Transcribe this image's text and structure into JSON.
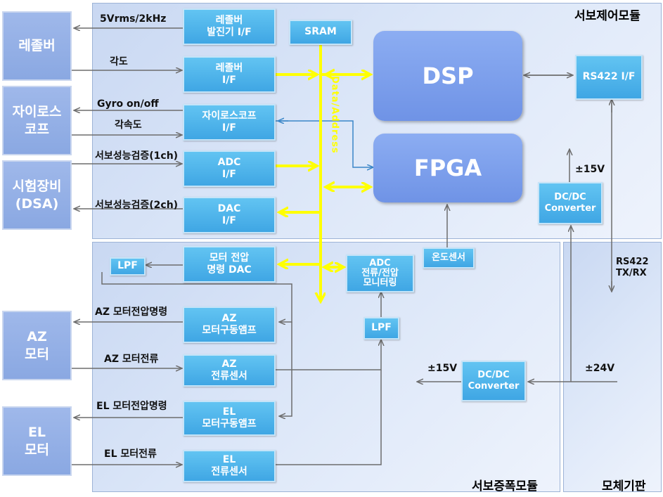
{
  "modules": {
    "servo_control": "서보제어모듈",
    "servo_amp": "서보증폭모듈",
    "motherboard": "모체기판"
  },
  "external": {
    "resolver": "레졸버",
    "gyroscope": "자이로스\n코프",
    "test_equipment": "시험장비\n(DSA)",
    "az_motor": "AZ\n모터",
    "el_motor": "EL\n모터"
  },
  "blocks": {
    "resolver_osc": "레졸버\n발진기 I/F",
    "sram": "SRAM",
    "resolver_if": "레졸버\nI/F",
    "gyro_if": "자이로스코프\nI/F",
    "adc_if": "ADC\nI/F",
    "dac_if": "DAC\nI/F",
    "dsp": "DSP",
    "fpga": "FPGA",
    "rs422_if": "RS422 I/F",
    "dcdc_top": "DC/DC\nConverter",
    "lpf_left": "LPF",
    "motor_volt_dac": "모터 전압\n명령 DAC",
    "temp_sensor": "온도센서",
    "adc_monitor": "ADC\n전류/전압\n모니터링",
    "lpf_right": "LPF",
    "az_amp": "AZ\n모터구동앰프",
    "az_sensor": "AZ\n전류센서",
    "dcdc_bottom": "DC/DC\nConverter",
    "el_amp": "EL\n모터구동앰프",
    "el_sensor": "EL\n전류센서"
  },
  "labels": {
    "resolver_excite": "5Vrms/2kHz",
    "angle": "각도",
    "gyro_onoff": "Gyro on/off",
    "angular_rate": "각속도",
    "verify_1ch": "서보성능검증(1ch)",
    "verify_2ch": "서보성능검증(2ch)",
    "bus": "Data/Address",
    "pm15_top": "±15V",
    "rs422_txrx": "RS422\nTX/RX",
    "az_volt_cmd": "AZ 모터전압명령",
    "az_current": "AZ 모터전류",
    "pm15_bottom": "±15V",
    "pp24": "±24V",
    "el_volt_cmd": "EL 모터전압명령",
    "el_current": "EL 모터전류"
  },
  "colors": {
    "bus": "#ffff00",
    "line": "#6d6d6d",
    "link": "#3a86c8"
  }
}
